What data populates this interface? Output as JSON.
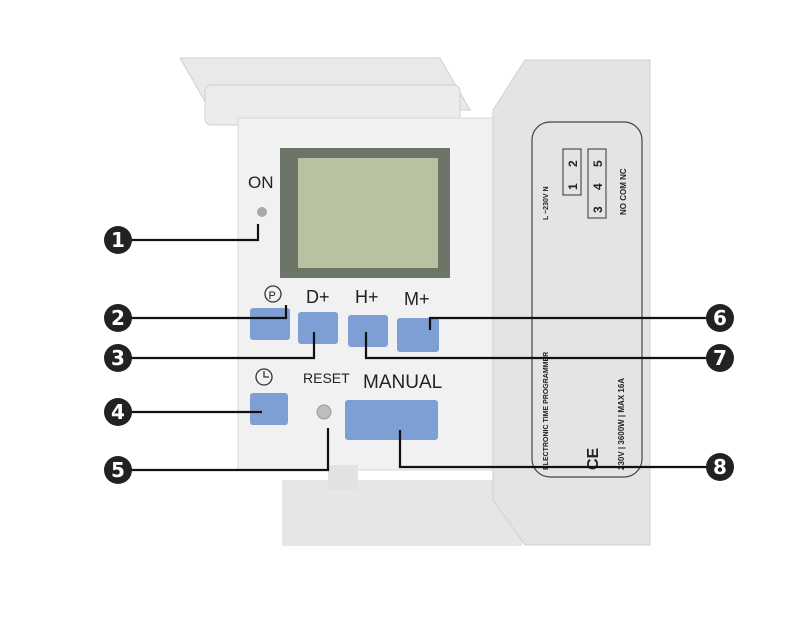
{
  "device": {
    "on_label": "ON",
    "program_symbol": "P",
    "day_label": "D+",
    "hour_label": "H+",
    "minute_label": "M+",
    "reset_label": "RESET",
    "manual_label": "MANUAL",
    "side_label": {
      "title": "ELECTRONIC TIME PROGRAMMER",
      "wiring_top": "L ~230V N",
      "terminals_top": [
        "1",
        "2"
      ],
      "terminals_bottom": [
        "3",
        "4",
        "5"
      ],
      "wiring_bottom": "NO COM NC",
      "marks": "CE",
      "rating": "230V | 3600W | MAX 16A"
    },
    "button_color": "#7e9fd4"
  },
  "callouts": [
    {
      "number": "1"
    },
    {
      "number": "2"
    },
    {
      "number": "3"
    },
    {
      "number": "4"
    },
    {
      "number": "5"
    },
    {
      "number": "6"
    },
    {
      "number": "7"
    },
    {
      "number": "8"
    }
  ]
}
